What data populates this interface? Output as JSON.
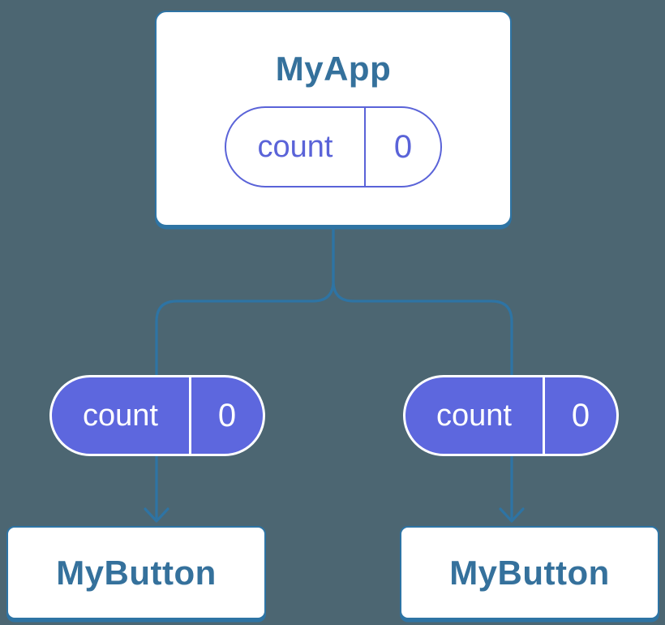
{
  "diagram": {
    "type": "component-tree",
    "root": {
      "title": "MyApp",
      "state": {
        "label": "count",
        "value": "0"
      }
    },
    "children": [
      {
        "title": "MyButton",
        "prop": {
          "label": "count",
          "value": "0"
        }
      },
      {
        "title": "MyButton",
        "prop": {
          "label": "count",
          "value": "0"
        }
      }
    ]
  },
  "colors": {
    "background": "#4c6672",
    "line": "#2e74a4",
    "node_text": "#35719c",
    "purple": "#5a63d8",
    "purple_fill": "#5d67de",
    "card_bg": "#ffffff",
    "pill_text": "#ffffff"
  }
}
